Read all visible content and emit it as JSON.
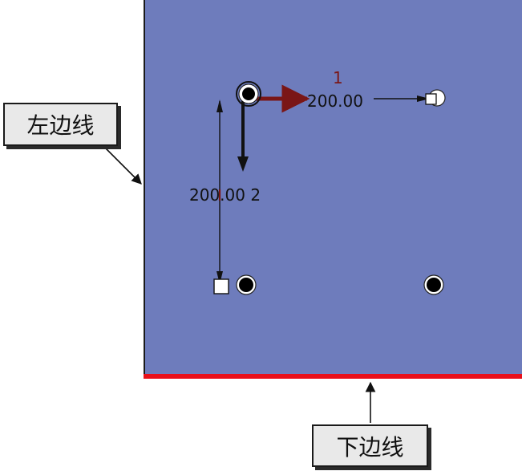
{
  "callouts": {
    "left_edge": "左边线",
    "bottom_edge": "下边线"
  },
  "sketch": {
    "horizontal_dimension": "200.00",
    "vertical_dimension": "200.00 2",
    "horizontal_constraint_number": "1"
  },
  "colors": {
    "plate_fill": "#6e7cbc",
    "bottom_edge_highlight": "#e8101a",
    "callout_fill": "#e9e9e9",
    "constraint_dark_red": "#7a1616"
  },
  "icons": {
    "origin": "origin-point-icon",
    "points": "sketch-point-icon",
    "square_handles": "dimension-handle-icon"
  }
}
